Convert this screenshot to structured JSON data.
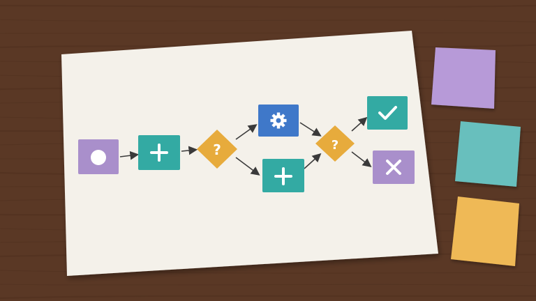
{
  "scene": {
    "description_free": true,
    "table": {
      "color": "#5a3825",
      "grain": "#4a2c1b"
    },
    "paper": {
      "color": "#f4f1ea"
    }
  },
  "flowchart": {
    "colors": {
      "purple": "#a98fcb",
      "teal": "#33aaa3",
      "blue": "#3f78c9",
      "yellow": "#e7ab3c",
      "arrow": "#3a3a3a"
    },
    "nodes": [
      {
        "id": "start",
        "shape": "square",
        "color": "purple",
        "icon": "circle-icon"
      },
      {
        "id": "add-1",
        "shape": "square",
        "color": "teal",
        "icon": "plus-icon"
      },
      {
        "id": "decision-1",
        "shape": "diamond",
        "color": "yellow",
        "icon": "question-icon"
      },
      {
        "id": "settings",
        "shape": "square",
        "color": "blue",
        "icon": "gear-icon"
      },
      {
        "id": "add-2",
        "shape": "square",
        "color": "teal",
        "icon": "plus-icon"
      },
      {
        "id": "decision-2",
        "shape": "diamond",
        "color": "yellow",
        "icon": "question-icon"
      },
      {
        "id": "success",
        "shape": "square",
        "color": "teal",
        "icon": "check-icon"
      },
      {
        "id": "fail",
        "shape": "square",
        "color": "purple",
        "icon": "x-icon"
      }
    ],
    "glyphs": {
      "question": "?"
    }
  },
  "sticky_notes": [
    {
      "color": "#b79ad8"
    },
    {
      "color": "#67bfbd"
    },
    {
      "color": "#efb957"
    }
  ]
}
